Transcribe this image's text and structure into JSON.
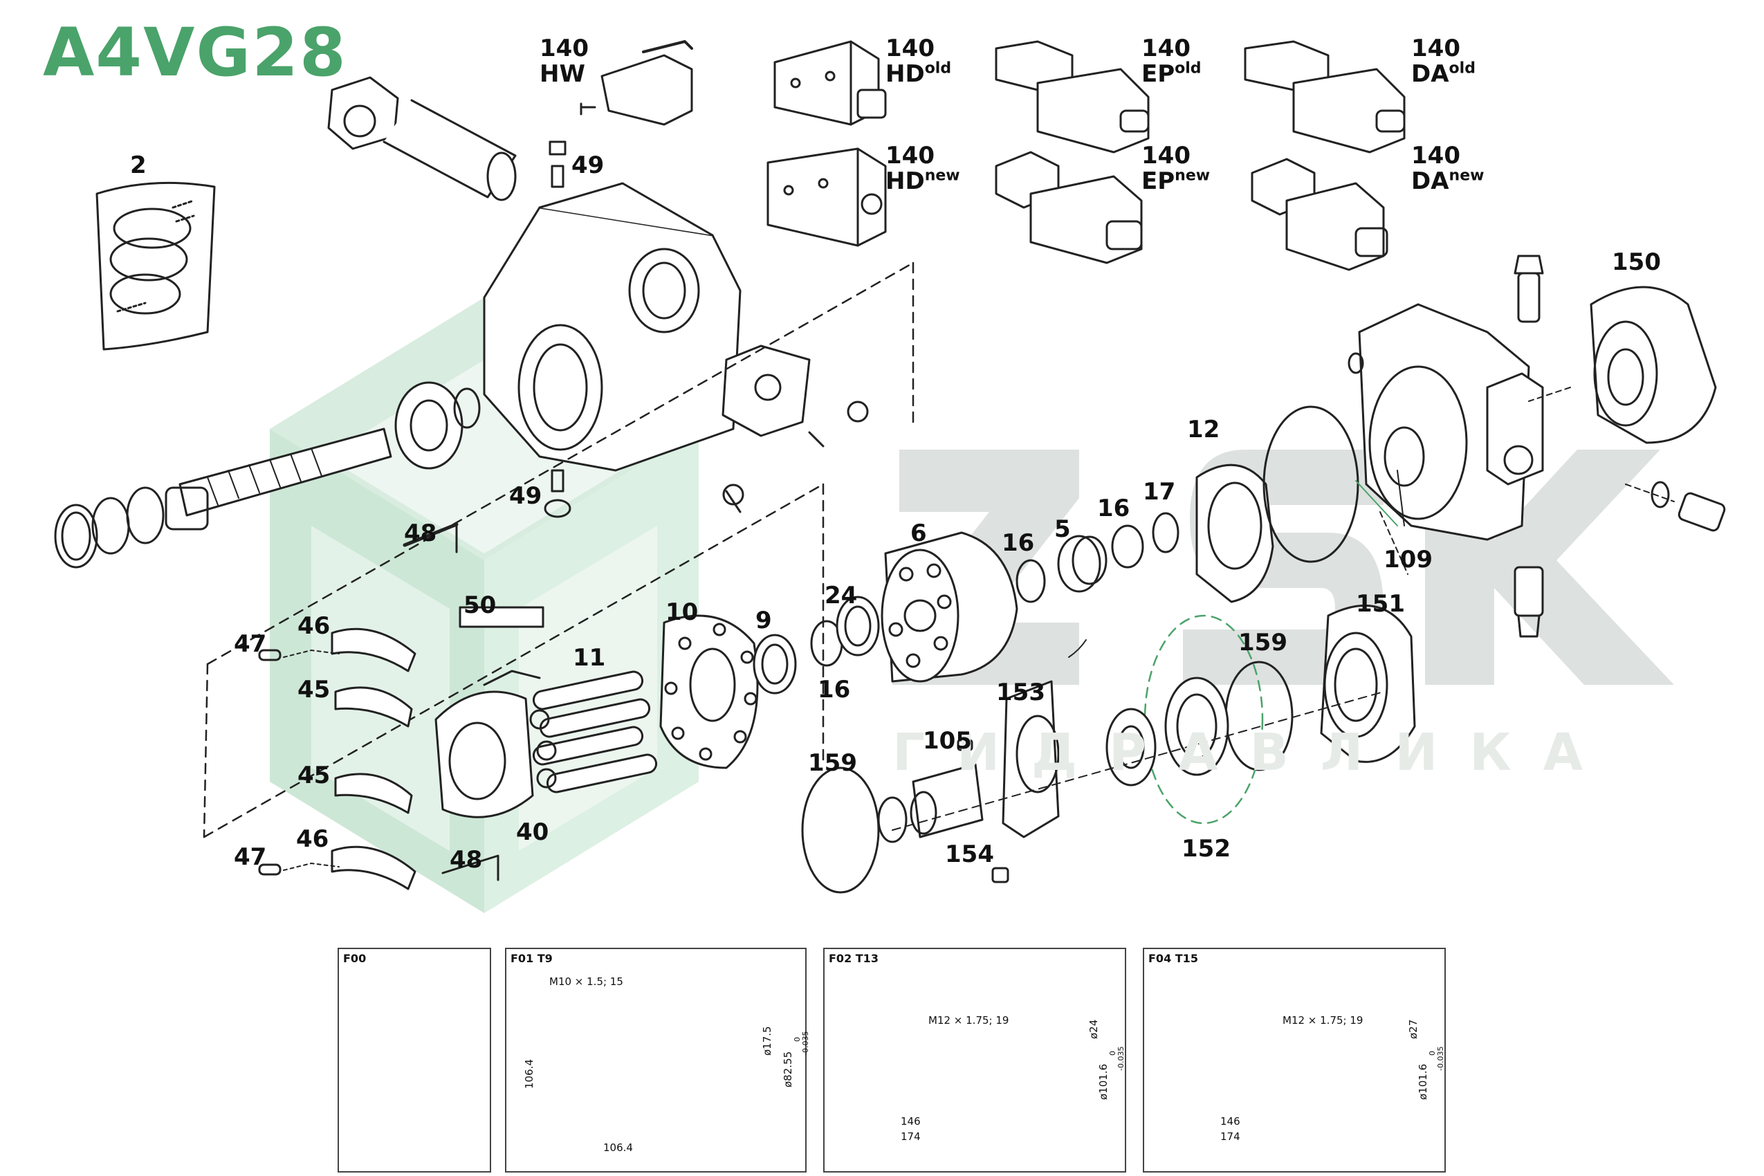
{
  "title": "A4VG28",
  "colors": {
    "title": "#4aa36a",
    "watermark": "#dde3df",
    "watermark_green": "#cfe6d6",
    "line": "#222222"
  },
  "watermark": {
    "logo": "ZSK",
    "text": "ГИДРАВЛИКА"
  },
  "controls": [
    {
      "num": "140",
      "code": "HW",
      "variant": ""
    },
    {
      "num": "140",
      "code": "HD",
      "variant": "old"
    },
    {
      "num": "140",
      "code": "EP",
      "variant": "old"
    },
    {
      "num": "140",
      "code": "DA",
      "variant": "old"
    },
    {
      "num": "140",
      "code": "HD",
      "variant": "new"
    },
    {
      "num": "140",
      "code": "EP",
      "variant": "new"
    },
    {
      "num": "140",
      "code": "DA",
      "variant": "new"
    }
  ],
  "callouts": {
    "c2": "2",
    "c49a": "49",
    "c49b": "49",
    "c150": "150",
    "c12": "12",
    "c16a": "16",
    "c17": "17",
    "c16b": "16",
    "c5": "5",
    "c6": "6",
    "c109": "109",
    "c48a": "48",
    "c50": "50",
    "c24": "24",
    "c10": "10",
    "c9": "9",
    "c11": "11",
    "c16c": "16",
    "c47a": "47",
    "c46a": "46",
    "c45a": "45",
    "c45b": "45",
    "c46b": "46",
    "c47b": "47",
    "c40": "40",
    "c48b": "48",
    "c159a": "159",
    "c151": "151",
    "c159b": "159",
    "c153": "153",
    "c105": "105",
    "c154": "154",
    "c152": "152"
  },
  "panels": [
    {
      "id": "F00",
      "title": "F00"
    },
    {
      "id": "F01",
      "title": "F01 T9",
      "thread": "M10 × 1.5; 15",
      "dims": [
        "106.4",
        "106.4",
        "ø17.5",
        "ø82.55",
        "0",
        "-0.035"
      ]
    },
    {
      "id": "F02",
      "title": "F02 T13",
      "thread": "M12 × 1.75; 19",
      "dims": [
        "146",
        "174",
        "ø24",
        "ø101.6",
        "0",
        "-0.035"
      ]
    },
    {
      "id": "F04",
      "title": "F04 T15",
      "thread": "M12 × 1.75; 19",
      "dims": [
        "146",
        "174",
        "ø27",
        "ø101.6",
        "0",
        "-0.035"
      ]
    }
  ]
}
